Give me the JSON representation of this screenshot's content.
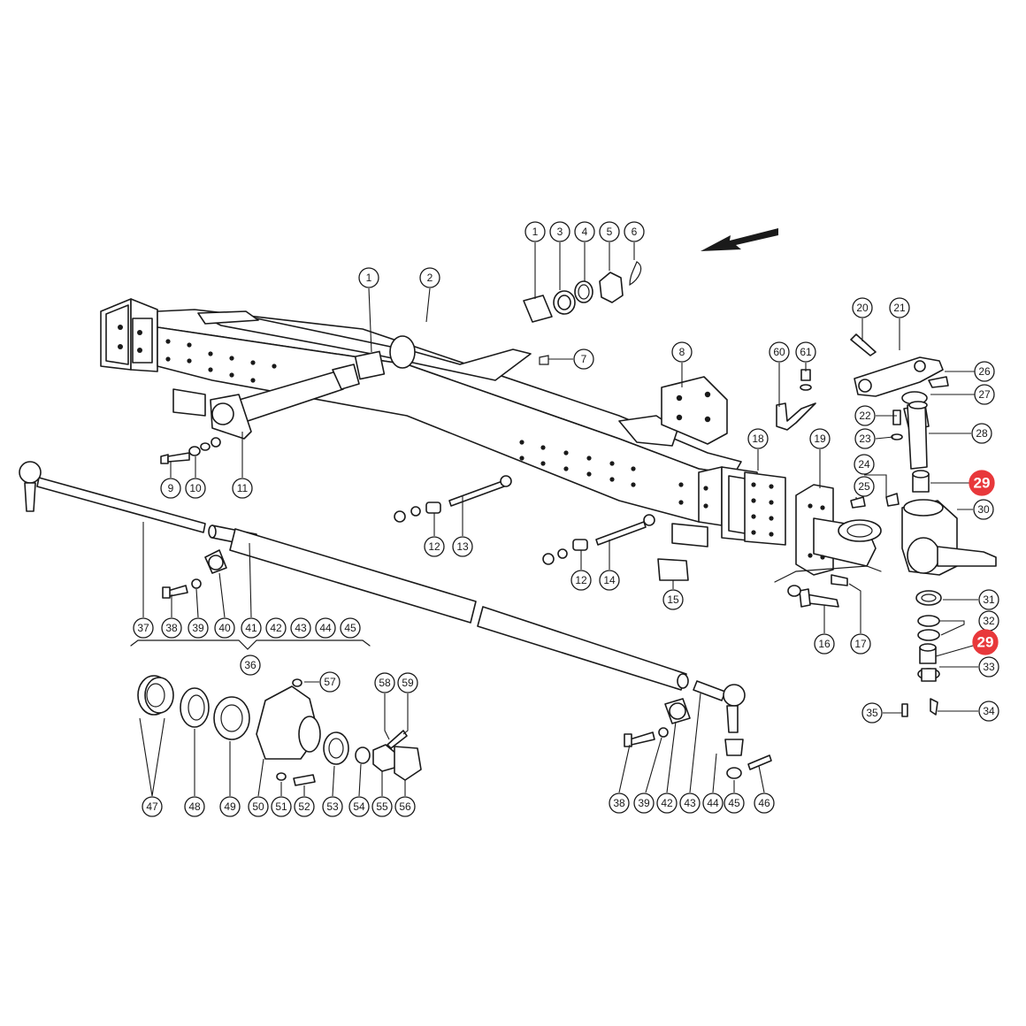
{
  "accent_color": "#e8383b",
  "direction_icon": "arrow-left-icon",
  "callouts": [
    {
      "n": "1",
      "hl": false
    },
    {
      "n": "3",
      "hl": false
    },
    {
      "n": "4",
      "hl": false
    },
    {
      "n": "5",
      "hl": false
    },
    {
      "n": "6",
      "hl": false
    },
    {
      "n": "1",
      "hl": false
    },
    {
      "n": "2",
      "hl": false
    },
    {
      "n": "7",
      "hl": false
    },
    {
      "n": "8",
      "hl": false
    },
    {
      "n": "20",
      "hl": false
    },
    {
      "n": "21",
      "hl": false
    },
    {
      "n": "26",
      "hl": false
    },
    {
      "n": "27",
      "hl": false
    },
    {
      "n": "60",
      "hl": false
    },
    {
      "n": "61",
      "hl": false
    },
    {
      "n": "22",
      "hl": false
    },
    {
      "n": "23",
      "hl": false
    },
    {
      "n": "28",
      "hl": false
    },
    {
      "n": "18",
      "hl": false
    },
    {
      "n": "19",
      "hl": false
    },
    {
      "n": "24",
      "hl": false
    },
    {
      "n": "25",
      "hl": false
    },
    {
      "n": "29",
      "hl": true
    },
    {
      "n": "30",
      "hl": false
    },
    {
      "n": "9",
      "hl": false
    },
    {
      "n": "10",
      "hl": false
    },
    {
      "n": "11",
      "hl": false
    },
    {
      "n": "12",
      "hl": false
    },
    {
      "n": "13",
      "hl": false
    },
    {
      "n": "12",
      "hl": false
    },
    {
      "n": "14",
      "hl": false
    },
    {
      "n": "15",
      "hl": false
    },
    {
      "n": "16",
      "hl": false
    },
    {
      "n": "17",
      "hl": false
    },
    {
      "n": "31",
      "hl": false
    },
    {
      "n": "32",
      "hl": false
    },
    {
      "n": "29",
      "hl": true
    },
    {
      "n": "33",
      "hl": false
    },
    {
      "n": "35",
      "hl": false
    },
    {
      "n": "34",
      "hl": false
    },
    {
      "n": "37",
      "hl": false
    },
    {
      "n": "38",
      "hl": false
    },
    {
      "n": "39",
      "hl": false
    },
    {
      "n": "40",
      "hl": false
    },
    {
      "n": "41",
      "hl": false
    },
    {
      "n": "42",
      "hl": false
    },
    {
      "n": "43",
      "hl": false
    },
    {
      "n": "44",
      "hl": false
    },
    {
      "n": "45",
      "hl": false
    },
    {
      "n": "36",
      "hl": false
    },
    {
      "n": "57",
      "hl": false
    },
    {
      "n": "58",
      "hl": false
    },
    {
      "n": "59",
      "hl": false
    },
    {
      "n": "47",
      "hl": false
    },
    {
      "n": "48",
      "hl": false
    },
    {
      "n": "49",
      "hl": false
    },
    {
      "n": "50",
      "hl": false
    },
    {
      "n": "51",
      "hl": false
    },
    {
      "n": "52",
      "hl": false
    },
    {
      "n": "53",
      "hl": false
    },
    {
      "n": "54",
      "hl": false
    },
    {
      "n": "55",
      "hl": false
    },
    {
      "n": "56",
      "hl": false
    },
    {
      "n": "38",
      "hl": false
    },
    {
      "n": "39",
      "hl": false
    },
    {
      "n": "42",
      "hl": false
    },
    {
      "n": "43",
      "hl": false
    },
    {
      "n": "44",
      "hl": false
    },
    {
      "n": "45",
      "hl": false
    },
    {
      "n": "46",
      "hl": false
    }
  ]
}
